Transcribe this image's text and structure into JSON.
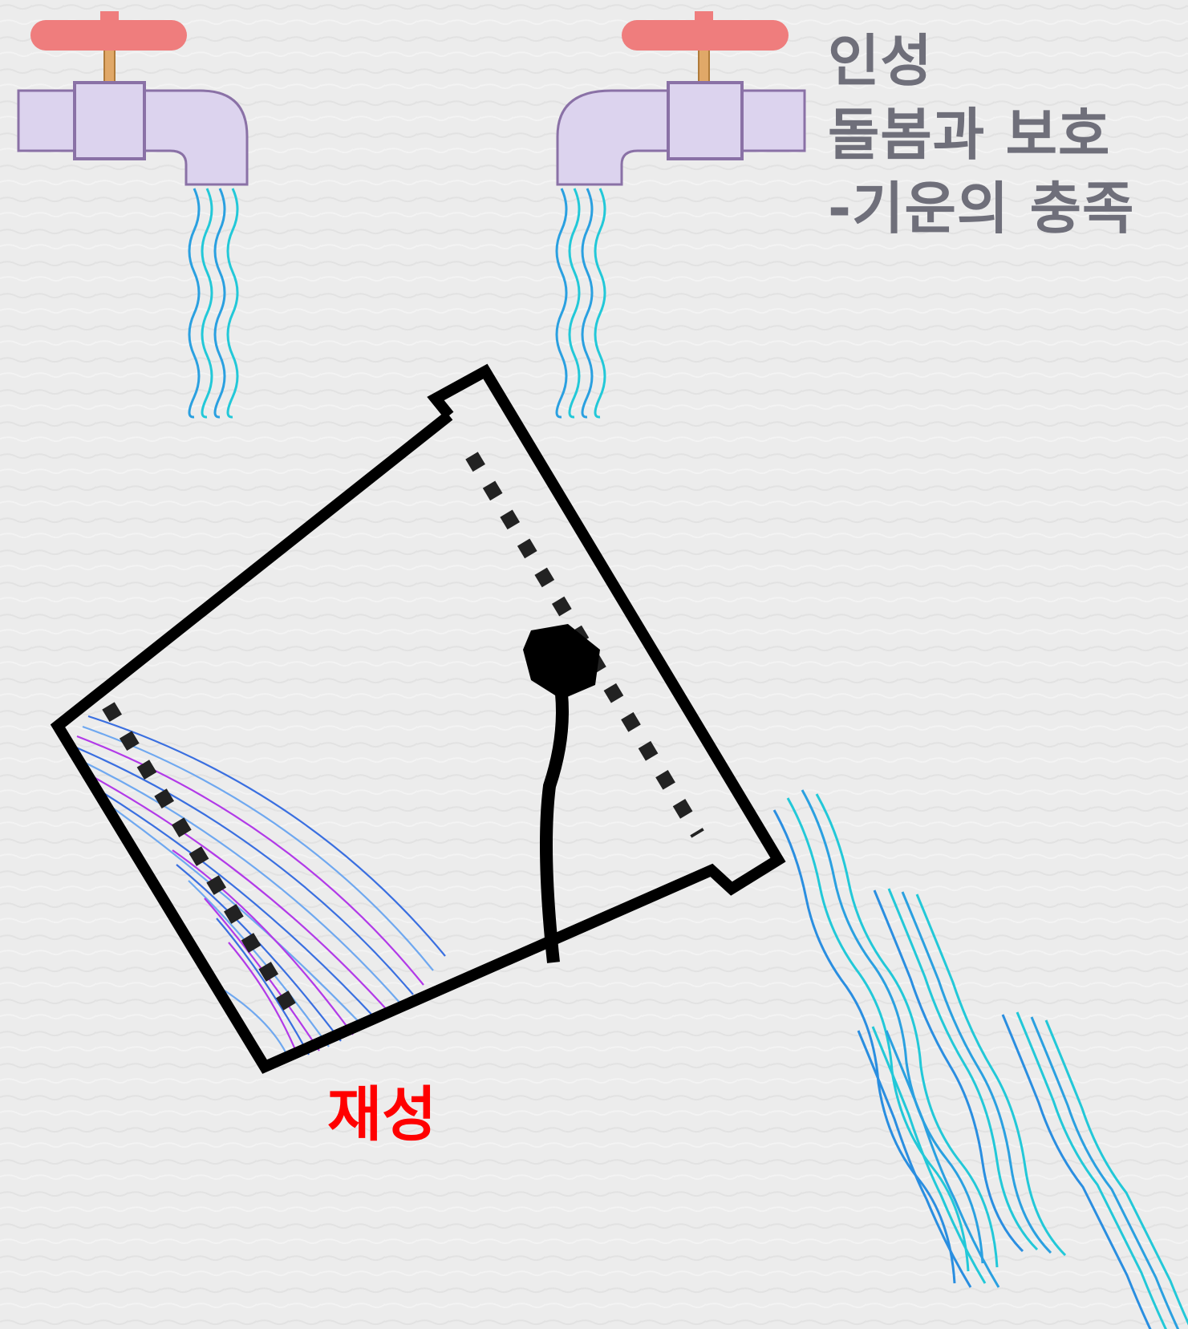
{
  "labels": {
    "top_right_lines": [
      "인성",
      "돌봄과 보호",
      "-기운의 충족"
    ],
    "bottom": "재성"
  },
  "colors": {
    "background": "#ececec",
    "faucet_body": "#dcd3ee",
    "faucet_outline": "#8a71a6",
    "faucet_handle": "#ef7d7d",
    "faucet_stem": "#e0a868",
    "water_blue": "#2a8ee0",
    "water_cyan": "#22c8d8",
    "bucket_outline": "#000000",
    "contents_blue": "#3a6fe0",
    "contents_purple": "#b23ae8",
    "top_right_text": "#6f6f7a",
    "bottom_text": "#ff0000"
  },
  "icons": [
    "faucet-left",
    "faucet-right",
    "tilted-bucket",
    "water-stream"
  ]
}
